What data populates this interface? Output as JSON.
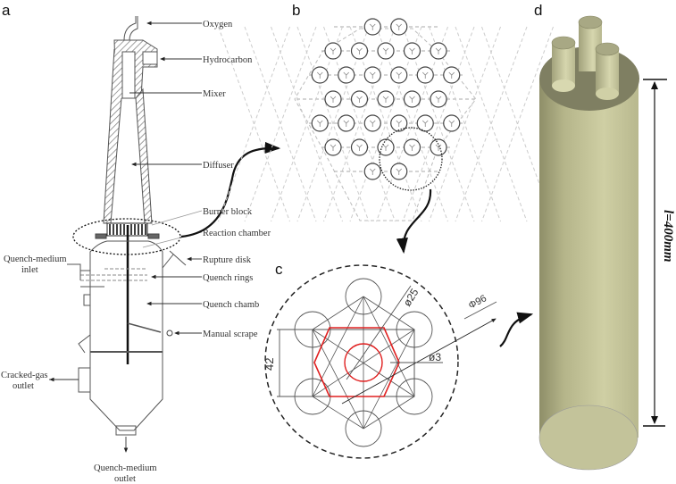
{
  "figure": {
    "panels": {
      "a": {
        "label": "a",
        "title": "Reactor schematic"
      },
      "b": {
        "label": "b",
        "title": "Burner block nozzle arrangement"
      },
      "c": {
        "label": "c",
        "title": "Unit nozzle geometry"
      },
      "d": {
        "label": "d",
        "title": "3D reaction channel model"
      }
    },
    "panel_a": {
      "labels": {
        "oxygen": "Oxygen",
        "hydrocarbon": "Hydrocarbon",
        "mixer": "Mixer",
        "diffuser": "Diffuser",
        "burner_block": "Burner block",
        "reaction_chamber": "Reaction chamber",
        "rupture_disk": "Rupture disk",
        "quench_rings": "Quench rings",
        "quench_chamber": "Quench chamb",
        "manual_scraper": "Manual scrape",
        "quench_medium_inlet_1": "Quench-medium",
        "quench_medium_inlet_2": "inlet",
        "cracked_gas_outlet_1": "Cracked-gas",
        "cracked_gas_outlet_2": "outlet",
        "quench_medium_outlet_1": "Quench-medium",
        "quench_medium_outlet_2": "outlet"
      }
    },
    "panel_b": {
      "row_counts": [
        2,
        5,
        6,
        5,
        6,
        5,
        2
      ]
    },
    "panel_c": {
      "dims": {
        "d25": "ø25",
        "d96": "Φ96",
        "d3": "ø3",
        "h42": "42"
      },
      "colors": {
        "hexagon": "#e02020",
        "lines": "#444444"
      }
    },
    "panel_d": {
      "length_label": "l=400mm",
      "colors": {
        "body": "#c9c99a",
        "shadow": "#9a9a72",
        "top": "#7d7d60"
      }
    }
  }
}
